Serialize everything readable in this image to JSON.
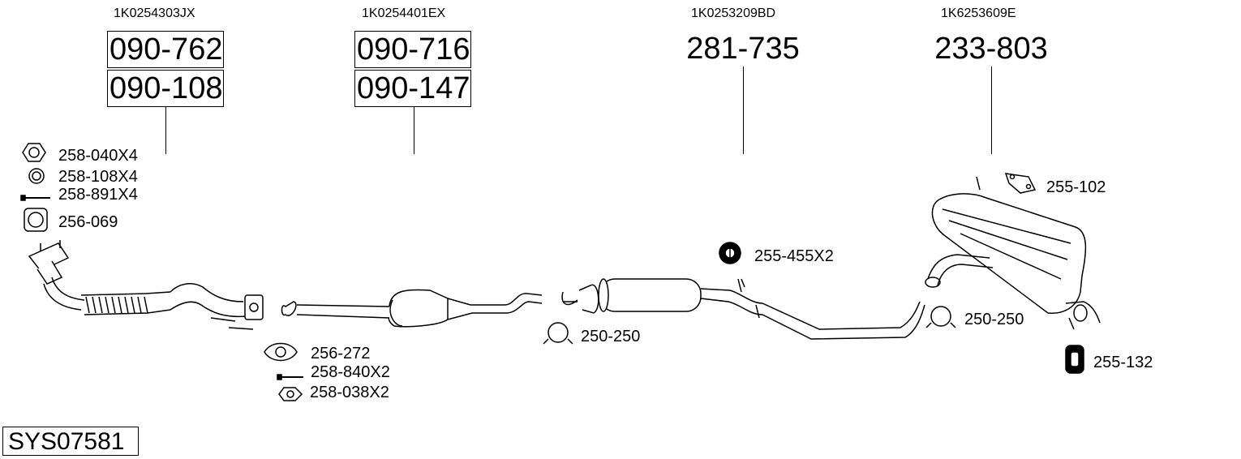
{
  "oem_numbers": [
    "1K0254303JX",
    "1K0254401EX",
    "1K0253209BD",
    "1K6253609E"
  ],
  "main_parts": {
    "group1": [
      "090-762",
      "090-108"
    ],
    "group2": [
      "090-716",
      "090-147"
    ],
    "group3": "281-735",
    "group4": "233-803"
  },
  "accessories": {
    "nut_258_040": "258-040X4",
    "ring_258_108": "258-108X4",
    "bolt_258_891": "258-891X4",
    "gasket_256_069": "256-069",
    "gasket_256_272": "256-272",
    "bolt_258_840": "258-840X2",
    "nut_258_038": "258-038X2",
    "clamp_250_250_a": "250-250",
    "hanger_255_455": "255-455X2",
    "clamp_250_250_b": "250-250",
    "bracket_255_102": "255-102",
    "rubber_255_132": "255-132"
  },
  "system_code": "SYS07581"
}
